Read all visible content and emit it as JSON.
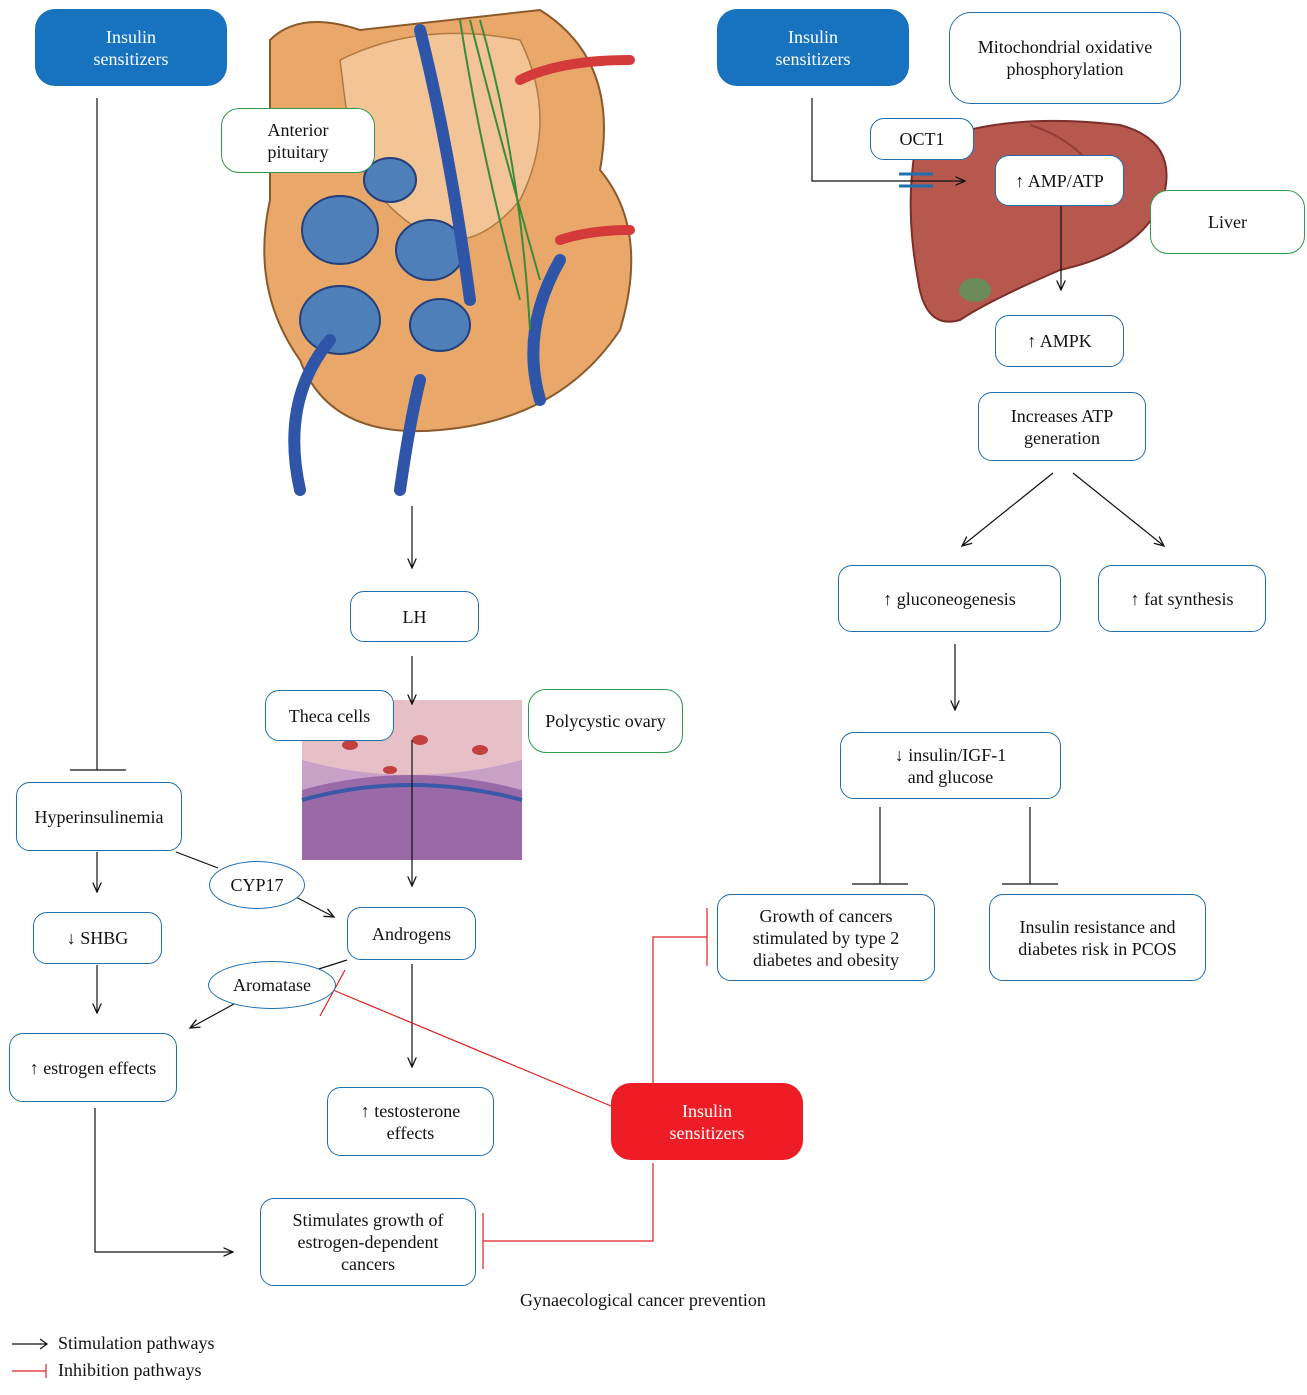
{
  "nodes": {
    "insulin_tl": "Insulin\nsensitizers",
    "insulin_tr": "Insulin\nsensitizers",
    "insulin_center": "Insulin\nsensitizers",
    "anterior_pituitary": "Anterior\npituitary",
    "mito": "Mitochondrial oxidative\nphosphorylation",
    "oct1": "OCT1",
    "amp_atp": "↑ AMP/ATP",
    "liver": "Liver",
    "ampk": "↑ AMPK",
    "increases_atp": "Increases ATP\ngeneration",
    "gluconeogenesis": "↑ gluconeogenesis",
    "fat_synthesis": "↑ fat synthesis",
    "insulin_igf": "↓ insulin/IGF-1\nand glucose",
    "growth_cancers": "Growth of cancers\nstimulated by type 2\ndiabetes and obesity",
    "insulin_resistance": "Insulin resistance and\ndiabetes risk in PCOS",
    "lh": "LH",
    "theca": "Theca cells",
    "polycystic": "Polycystic ovary",
    "hyperinsulinemia": "Hyperinsulinemia",
    "cyp17": "CYP17",
    "shbg": "↓ SHBG",
    "androgens": "Androgens",
    "aromatase": "Aromatase",
    "estrogen": "↑ estrogen effects",
    "testosterone": "↑ testosterone\neffects",
    "stimulates": "Stimulates growth of\nestrogen-dependent\ncancers"
  },
  "caption": "Gynaecological cancer prevention",
  "legend": {
    "stimulation": "Stimulation pathways",
    "inhibition": "Inhibition pathways"
  },
  "colors": {
    "stimulation": "#111111",
    "inhibition": "#e02020",
    "box_border": "#1f6fb0",
    "label_border": "#2e9a4a",
    "solid_blue": "#1772bf",
    "solid_red": "#ee1c25"
  }
}
